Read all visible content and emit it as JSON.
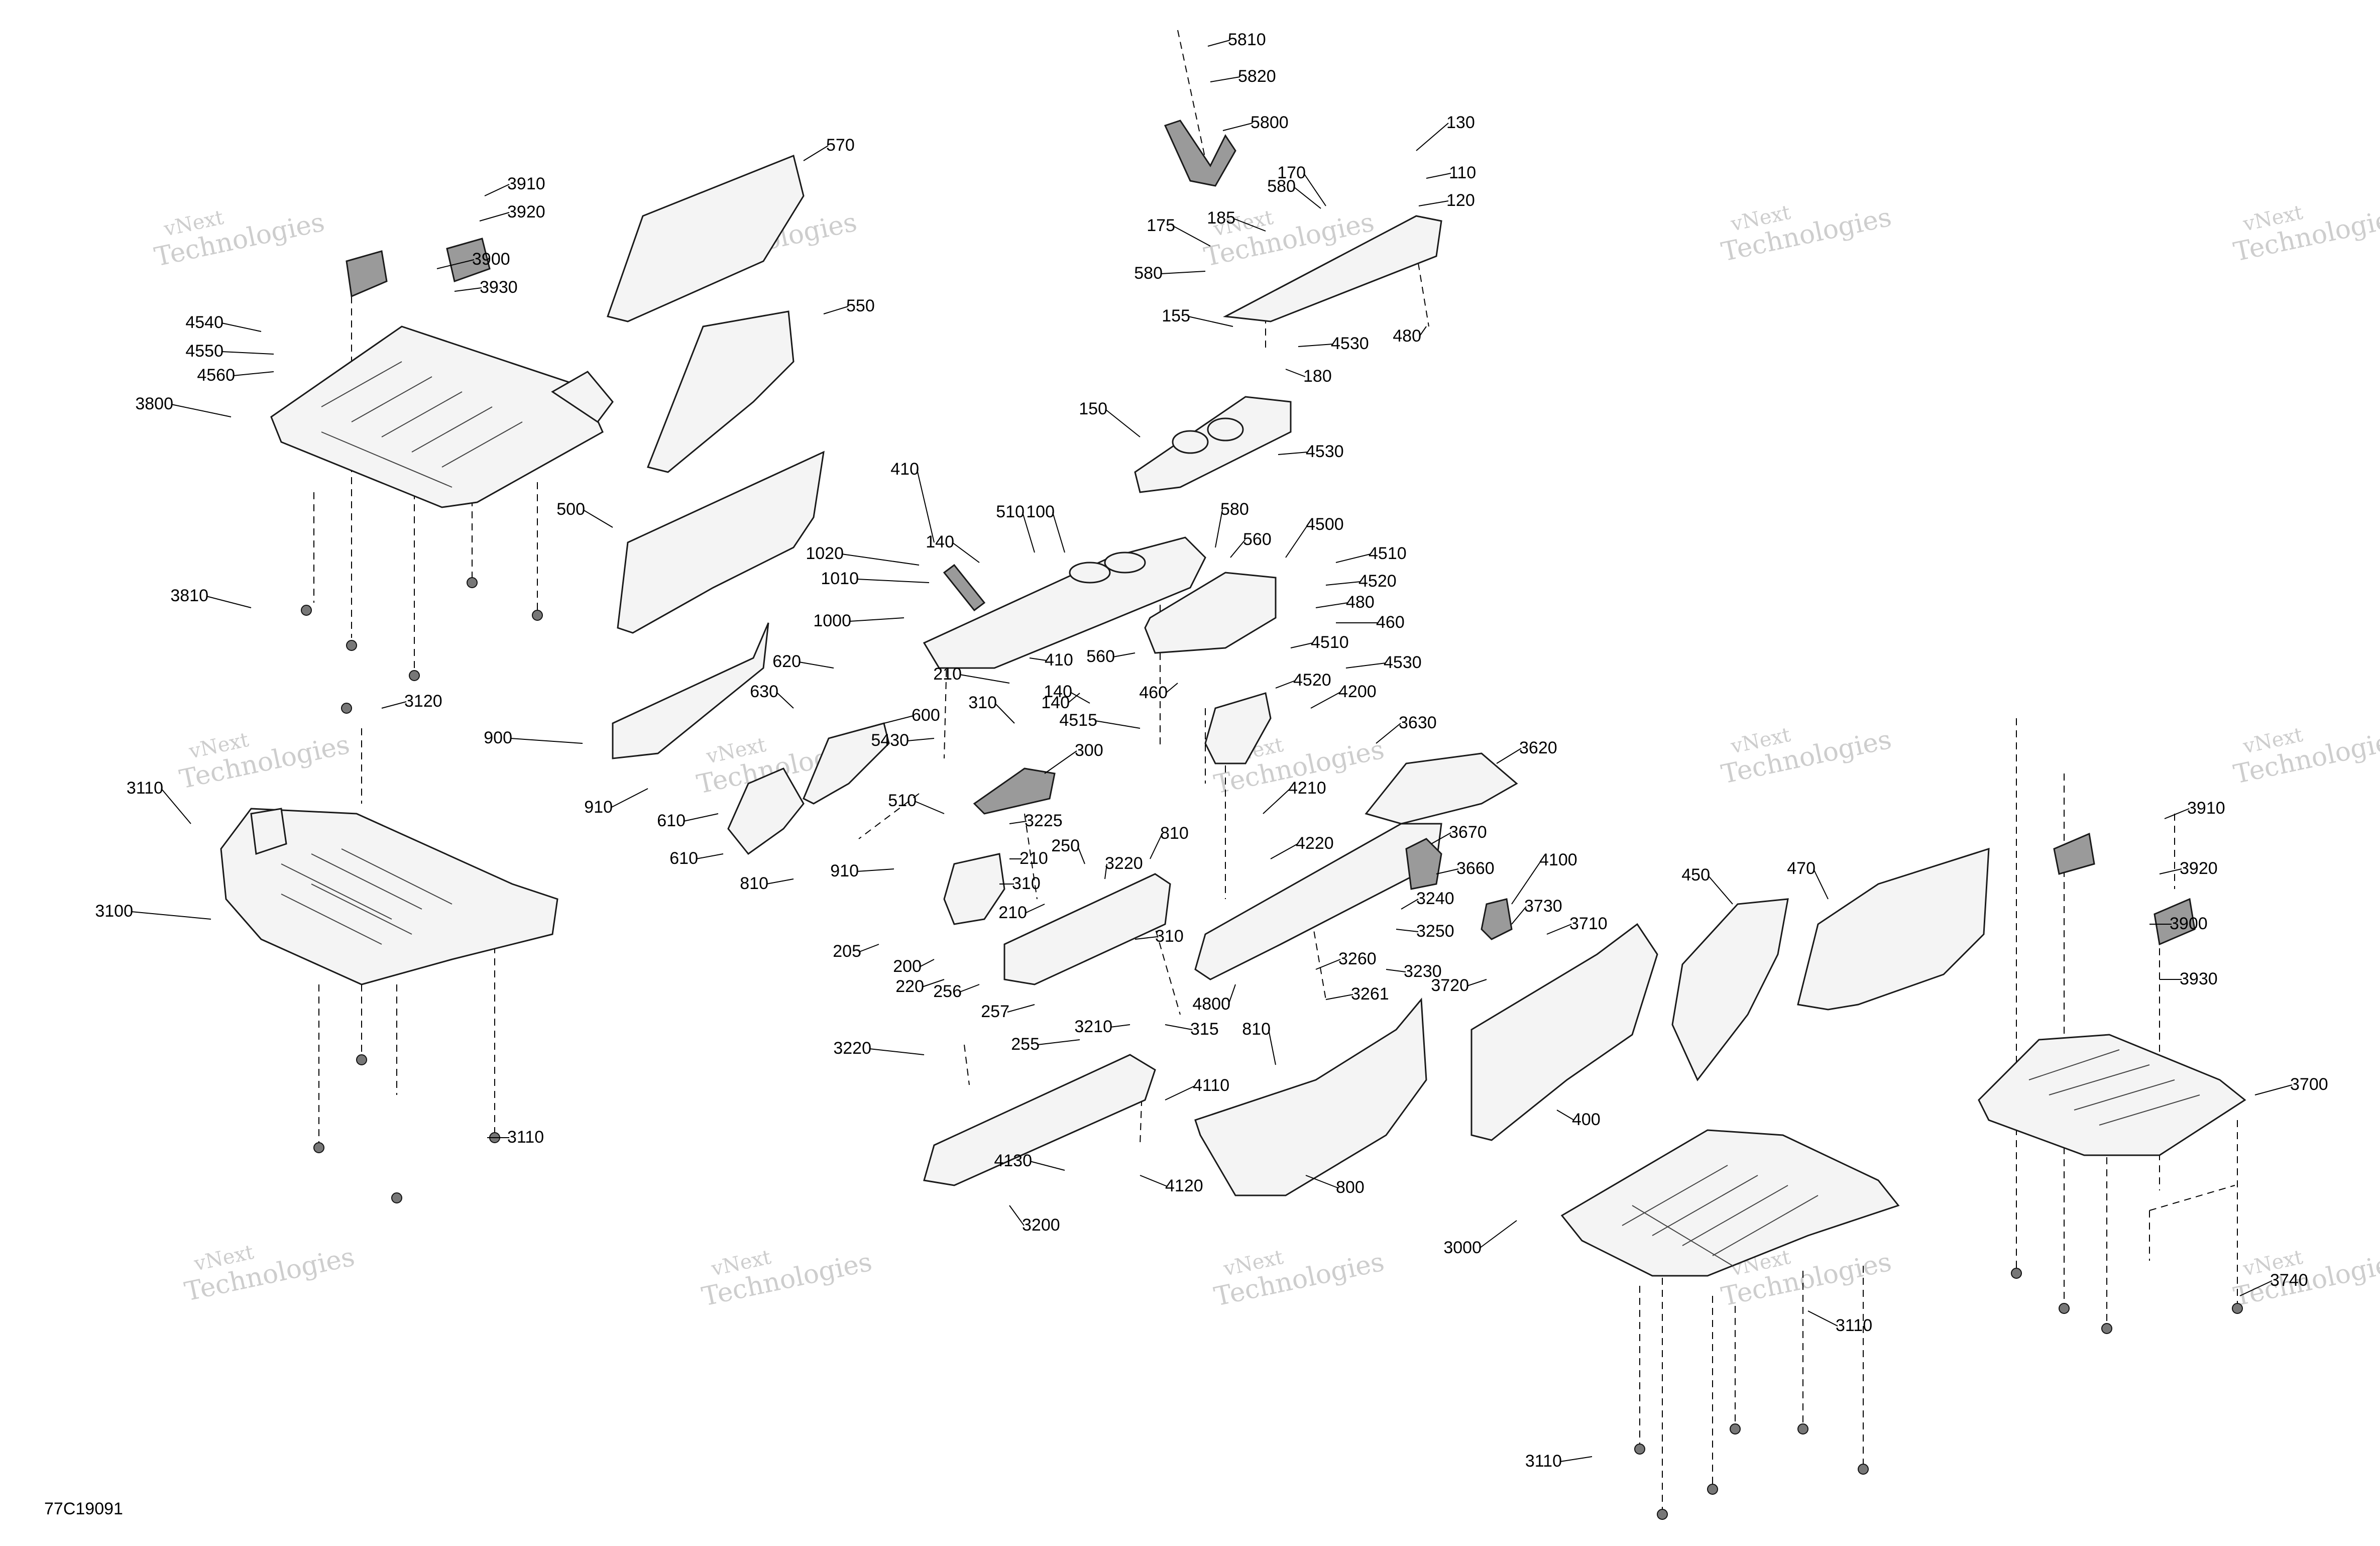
{
  "diagram": {
    "figure_id": "77C19091",
    "watermark": {
      "line1": "vNext",
      "line2": "Technologies"
    },
    "callouts": [
      "5810",
      "5820",
      "5800",
      "130",
      "110",
      "120",
      "170",
      "580",
      "185",
      "175",
      "580",
      "155",
      "4530",
      "480",
      "180",
      "150",
      "4530",
      "570",
      "550",
      "500",
      "900",
      "910",
      "610",
      "610",
      "810",
      "620",
      "630",
      "600",
      "5430",
      "310",
      "300",
      "510",
      "910",
      "205",
      "200",
      "220",
      "256",
      "257",
      "255",
      "3210",
      "315",
      "310",
      "210",
      "810",
      "250",
      "3220",
      "3225",
      "210",
      "310",
      "410",
      "1020",
      "1010",
      "1000",
      "140",
      "210",
      "140",
      "510",
      "100",
      "580",
      "560",
      "4500",
      "4510",
      "4520",
      "480",
      "460",
      "4510",
      "4530",
      "4520",
      "410",
      "560",
      "460",
      "140",
      "4515",
      "4200",
      "3630",
      "3620",
      "4210",
      "4220",
      "3670",
      "3660",
      "3240",
      "3250",
      "3230",
      "3260",
      "3261",
      "4800",
      "810",
      "4110",
      "4130",
      "4120",
      "3220",
      "3200",
      "800",
      "4100",
      "3730",
      "3710",
      "3720",
      "400",
      "450",
      "470",
      "3000",
      "3110",
      "3110",
      "3910",
      "3920",
      "3900",
      "3930",
      "3700",
      "3740",
      "3910",
      "3920",
      "3900",
      "3930",
      "4540",
      "4550",
      "4560",
      "3800",
      "3810",
      "3120",
      "3110",
      "3100",
      "3110"
    ]
  }
}
